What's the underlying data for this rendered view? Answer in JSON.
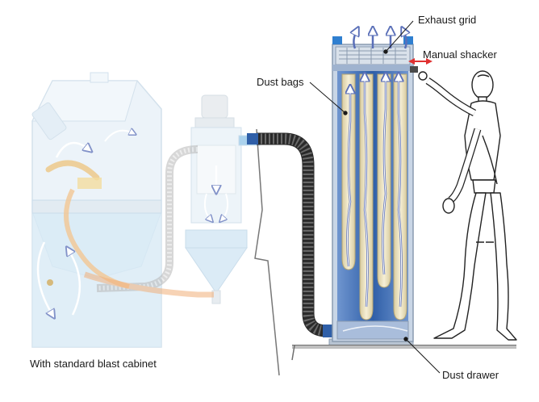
{
  "labels": {
    "exhaust_grid": "Exhaust grid",
    "manual_shacker": "Manual shacker",
    "dust_bags": "Dust bags",
    "dust_drawer": "Dust drawer",
    "cabinet_caption": "With standard blast cabinet"
  },
  "colors": {
    "collector_blue": "#2f5fa8",
    "bag_fill": "#efe6c4",
    "hose_dark": "#3a3a3a",
    "cabinet_ghost": "#cfe3f1",
    "frame_grey": "#8a9bb0",
    "arrow_outline": "#5a6fb8",
    "shaker_arrow": "#e03030"
  },
  "icons": {
    "airflow": "airflow-arrow-icon",
    "shaker": "double-arrow-icon"
  }
}
